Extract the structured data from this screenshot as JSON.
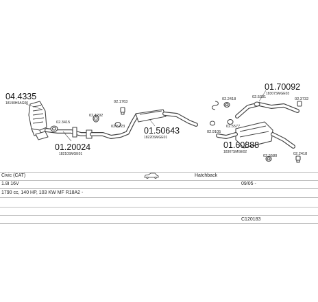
{
  "parts": {
    "p_04_4335": "04.4335",
    "p_04_4335_oem": "18190H5AG00",
    "p_01_20024": "01.20024",
    "p_01_20024_oem": "18210SMGE01",
    "p_01_50643": "01.50643",
    "p_01_50643_oem": "18220SMGE01",
    "p_01_60888": "01.60888",
    "p_01_60888_oem": "18307SMGE02",
    "p_01_70092": "01.70092",
    "p_01_70092_oem": "18307SMGE03",
    "s_gasket_a": "02.3415",
    "s_clamp_a": "02.1292",
    "s_gasket_b": "02.3732",
    "s_clamp_b": "02.5723",
    "s_clamp_c": "02.2418",
    "s_clamp_d": "02.5577",
    "s_clamp_e": "02.9105",
    "s_clamp_f": "02.5331",
    "s_clamp_g": "02.5580",
    "s_hanger_a": "02.1763",
    "s_hanger_b": "02.2418"
  },
  "vehicle": {
    "model": "Civic (CAT)",
    "body": "Hatchback",
    "engine": "1.8i 16V",
    "date": "09/05 -",
    "specs": "1790 cc, 140 HP, 103 KW MF R18A2 -",
    "ref": "C120183"
  }
}
